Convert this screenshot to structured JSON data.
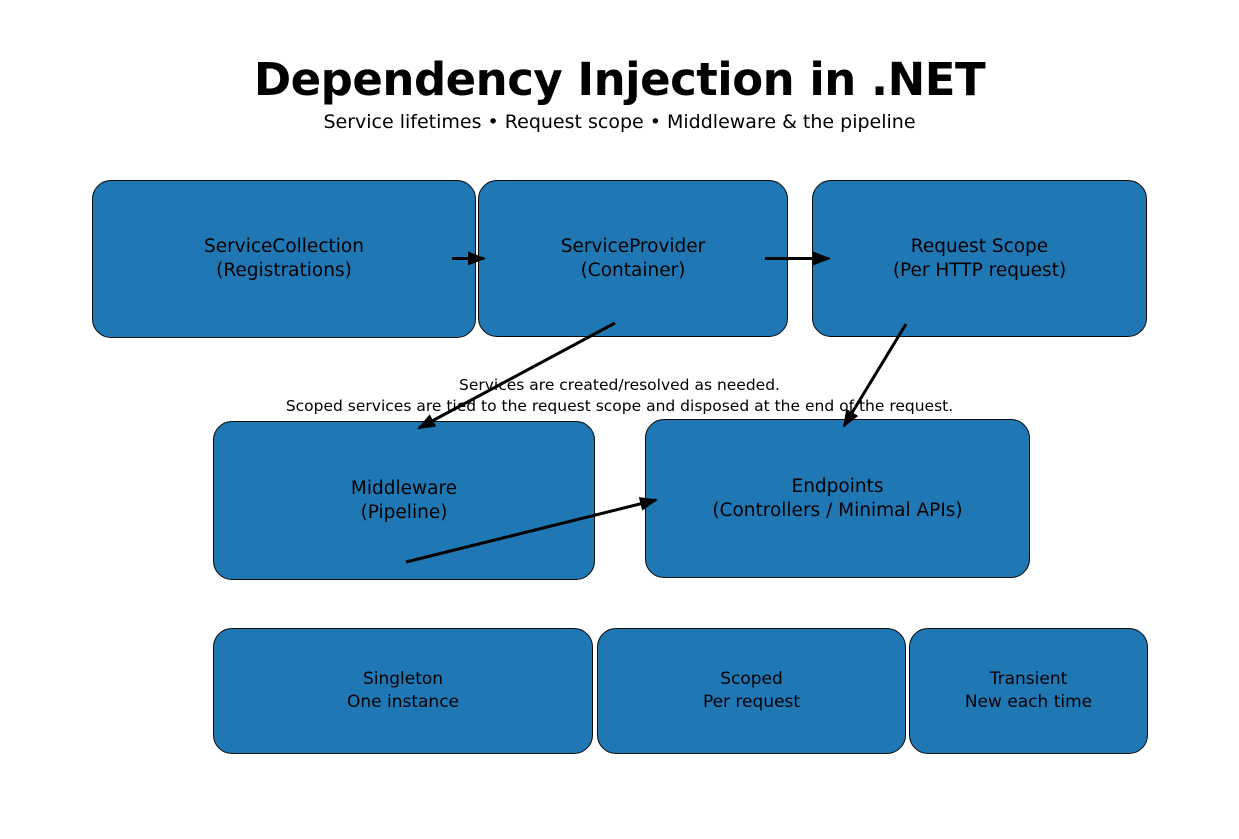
{
  "header": {
    "title": "Dependency Injection in .NET",
    "subtitle": "Service lifetimes • Request scope • Middleware & the pipeline"
  },
  "colors": {
    "node_fill": "#1f77b4",
    "node_border": "#0a0a0a",
    "arrow": "#000000",
    "background": "#ffffff",
    "text": "#000000"
  },
  "annotation": {
    "line1": "Services are created/resolved as needed.",
    "line2": "Scoped services are tied to the request scope and disposed at the end of the request."
  },
  "nodes": {
    "service_collection": {
      "label": "ServiceCollection",
      "sublabel": "(Registrations)"
    },
    "service_provider": {
      "label": "ServiceProvider",
      "sublabel": "(Container)"
    },
    "request_scope": {
      "label": "Request Scope",
      "sublabel": "(Per HTTP request)"
    },
    "middleware": {
      "label": "Middleware",
      "sublabel": "(Pipeline)"
    },
    "endpoints": {
      "label": "Endpoints",
      "sublabel": "(Controllers / Minimal APIs)"
    },
    "singleton": {
      "label": "Singleton",
      "sublabel": "One instance"
    },
    "scoped": {
      "label": "Scoped",
      "sublabel": "Per request"
    },
    "transient": {
      "label": "Transient",
      "sublabel": "New each time"
    }
  },
  "edges": [
    {
      "from": "service_collection",
      "to": "service_provider"
    },
    {
      "from": "service_provider",
      "to": "request_scope"
    },
    {
      "from": "service_provider",
      "to": "middleware"
    },
    {
      "from": "request_scope",
      "to": "endpoints"
    },
    {
      "from": "middleware",
      "to": "endpoints"
    }
  ]
}
